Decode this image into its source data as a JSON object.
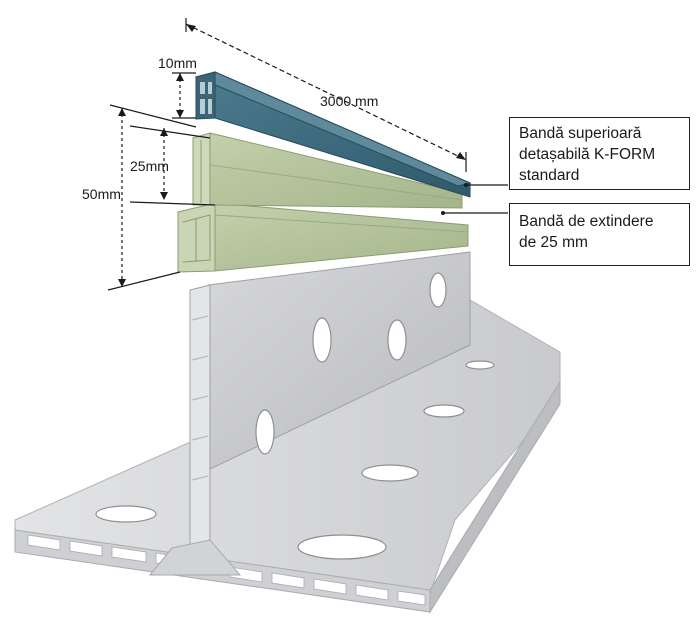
{
  "dimensions": {
    "top_height": "10mm",
    "length": "3000 mm",
    "extension_height": "25mm",
    "total_height": "50mm"
  },
  "callouts": {
    "top_strip": [
      "Bandă superioară",
      "detașabilă K-FORM",
      "standard"
    ],
    "extension_strip": [
      "Bandă de extindere",
      "de 25 mm"
    ]
  },
  "colors": {
    "top_strip": "#3f6f82",
    "extension_strip": "#b8c7a0",
    "base_profile": "#dcdde0"
  }
}
